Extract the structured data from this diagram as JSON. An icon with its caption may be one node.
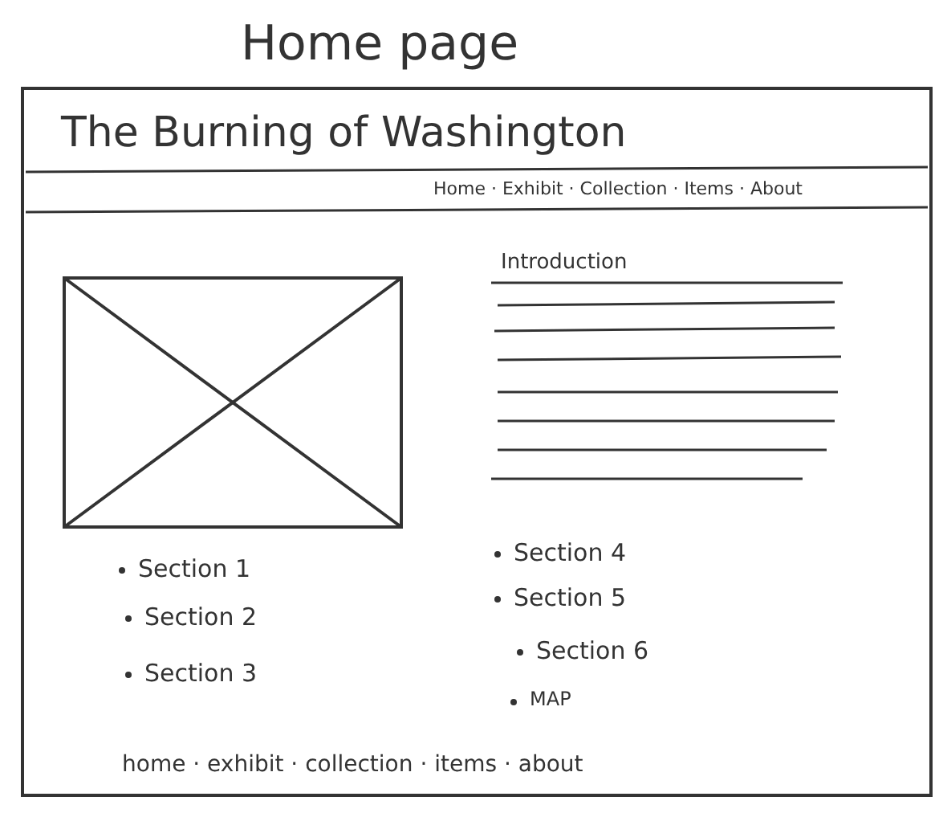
{
  "diagram": {
    "title": "Home page",
    "labels": [
      "The Burning of Washington",
      "Home · Exhibit · Collection · Items · About",
      "Introduction",
      "Section 1",
      "Section 2",
      "Section 3",
      "Section 4",
      "Section 5",
      "Section 6",
      "MAP",
      "home · exhibit · collection · items · about"
    ]
  }
}
